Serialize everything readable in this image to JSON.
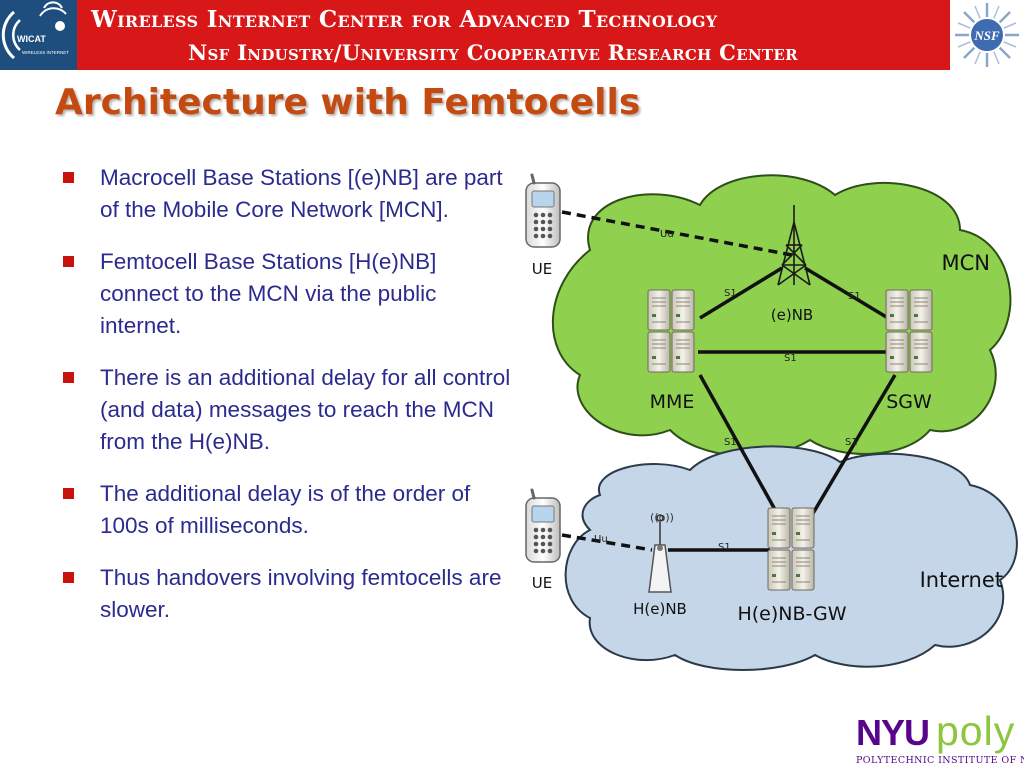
{
  "header": {
    "line1": "Wireless Internet Center for Advanced Technology",
    "line2": "Nsf Industry/University Cooperative Research Center",
    "wicat_logo_text": "WICAT",
    "wicat_logo_subtext": "WIRELESS INTERNET",
    "nsf_logo_text": "NSF",
    "banner_color": "#d81818"
  },
  "slide": {
    "title": "Architecture with Femtocells",
    "title_color": "#c44a10",
    "text_color": "#2b2b8f",
    "bullets": [
      "Macrocell Base Stations [(e)NB] are part of the Mobile Core Network [MCN].",
      "Femtocell Base Stations [H(e)NB] connect to the MCN via the public internet.",
      "There is an additional delay for all control (and data) messages to reach the MCN from the H(e)NB.",
      "The additional delay is of the order of 100s of milliseconds.",
      "Thus handovers involving femtocells are slower."
    ]
  },
  "diagram": {
    "mcn_cloud_label": "MCN",
    "internet_cloud_label": "Internet",
    "mcn_color": "#8fd14f",
    "internet_color": "#c5d6e8",
    "enb_label": "(e)NB",
    "mme_label": "MME",
    "sgw_label": "SGW",
    "ue_top_label": "UE",
    "ue_bottom_label": "UE",
    "henb_label": "H(e)NB",
    "henb_gw_label": "H(e)NB-GW",
    "uu_top": "Uu",
    "uu_bottom": "Uu",
    "s1_enb_mme": "S1",
    "s1_enb_sgw": "S1",
    "s1_mme_sgw": "S1",
    "s1_mme_gw": "S1",
    "s1_sgw_gw": "S1",
    "s1_henb_gw": "S1",
    "henb_signal": "((o))"
  },
  "footer": {
    "nyu_text": "NYU",
    "poly_text": "poly",
    "tagline": "POLYTECHNIC INSTITUTE OF NYU"
  }
}
